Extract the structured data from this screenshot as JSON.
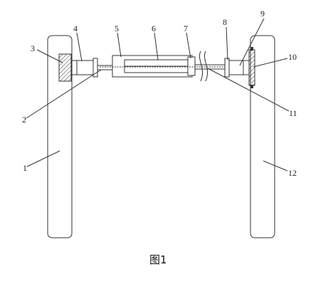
{
  "labels": {
    "l1": "1",
    "l2": "2",
    "l3": "3",
    "l4": "4",
    "l5": "5",
    "l6": "6",
    "l7": "7",
    "l8": "8",
    "l9": "9",
    "l10": "10",
    "l11": "11",
    "l12": "12"
  },
  "caption": "图1"
}
